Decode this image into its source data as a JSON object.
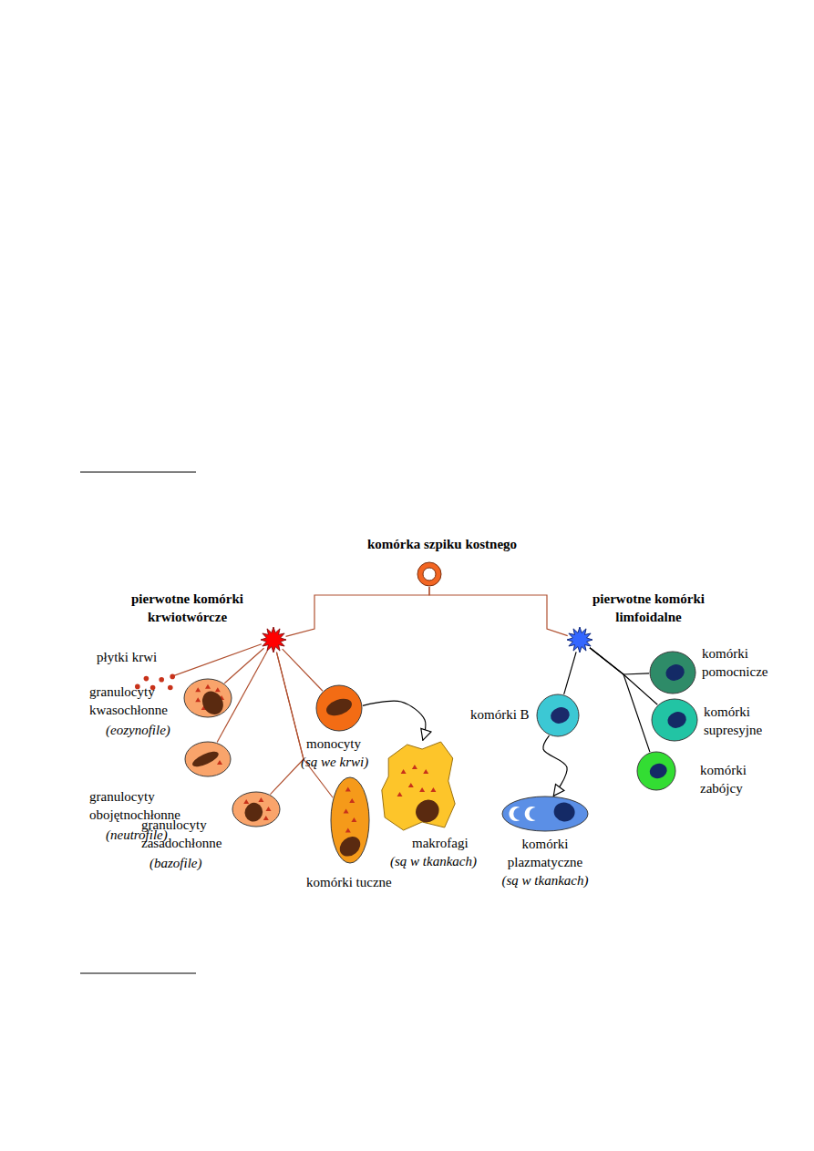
{
  "diagram": {
    "nodes": [
      {
        "text": [
          "komórka szpiku kostnego"
        ]
      },
      {
        "text": [
          "pierwotne komórki krwiotwórcze"
        ]
      },
      {
        "text": [
          "pierwotne komórki limfoidalne"
        ]
      },
      {
        "text": [
          "płytki krwi"
        ]
      },
      {
        "text": [
          "granulocyty kwasochłonne",
          "(eozynofile)"
        ]
      },
      {
        "text": [
          "monocyty",
          "(są we krwi)"
        ]
      },
      {
        "text": [
          "granulocyty obojętnochłonne",
          "(neutrofile)"
        ]
      },
      {
        "text": [
          "granulocyty zasadochłonne",
          "(bazofile)"
        ]
      },
      {
        "text": [
          "komórki tuczne"
        ]
      },
      {
        "text": [
          "makrofagi",
          "(są w tkankach)"
        ]
      },
      {
        "text": [
          "komórki B"
        ]
      },
      {
        "text": [
          "komórki plazmatyczne",
          "(są w tkankach)"
        ]
      },
      {
        "text": [
          "komórki pomocnicze"
        ]
      },
      {
        "text": [
          "komórki supresyjne"
        ]
      },
      {
        "text": [
          "komórki zabójcy"
        ]
      }
    ],
    "edges": [
      {
        "from": 0,
        "to": 1,
        "arrow": "none"
      },
      {
        "from": 0,
        "to": 2,
        "arrow": "none"
      },
      {
        "from": 1,
        "to": 3,
        "arrow": "none"
      },
      {
        "from": 1,
        "to": 4,
        "arrow": "none"
      },
      {
        "from": 1,
        "to": 5,
        "arrow": "none"
      },
      {
        "from": 1,
        "to": 6,
        "arrow": "none"
      },
      {
        "from": 1,
        "to": 7,
        "arrow": "none"
      },
      {
        "from": 1,
        "to": 8,
        "arrow": "none"
      },
      {
        "from": 5,
        "to": 9,
        "arrow": "to"
      },
      {
        "from": 2,
        "to": 10,
        "arrow": "none"
      },
      {
        "from": 2,
        "to": 12,
        "arrow": "none"
      },
      {
        "from": 2,
        "to": 13,
        "arrow": "none"
      },
      {
        "from": 2,
        "to": 14,
        "arrow": "none"
      },
      {
        "from": 10,
        "to": 11,
        "arrow": "to"
      }
    ]
  }
}
